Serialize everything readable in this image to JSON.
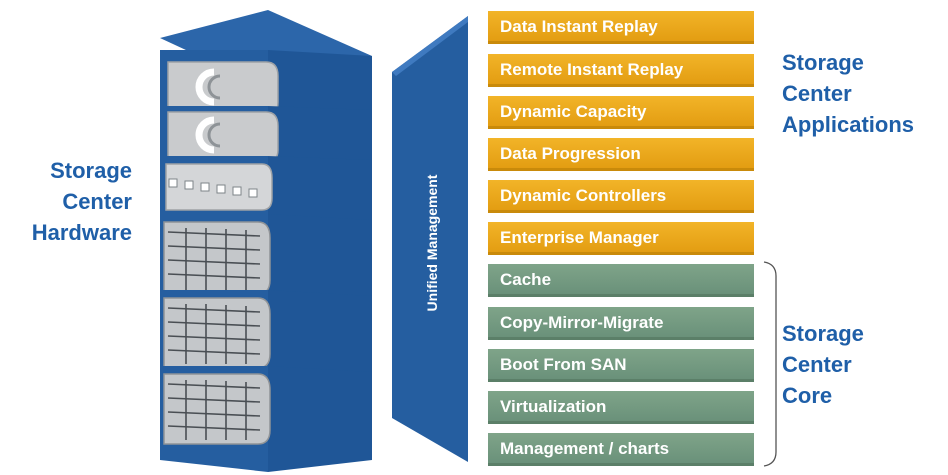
{
  "hardware_label": [
    "Storage",
    "Center",
    "Hardware"
  ],
  "applications_label": [
    "Storage",
    "Center",
    "Applications"
  ],
  "core_label": [
    "Storage",
    "Center",
    "Core"
  ],
  "management_panel_label": "Unified Management",
  "applications": [
    "Data Instant Replay",
    "Remote Instant Replay",
    "Dynamic Capacity",
    "Data Progression",
    "Dynamic Controllers",
    "Enterprise Manager"
  ],
  "core": [
    "Cache",
    "Copy-Mirror-Migrate",
    "Boot From SAN",
    "Virtualization",
    "Management / charts"
  ],
  "colors": {
    "label_blue": "#1f5fa8",
    "hardware_blue": "#255ea0",
    "applications_orange": "#e8a214",
    "core_green": "#72977f"
  }
}
